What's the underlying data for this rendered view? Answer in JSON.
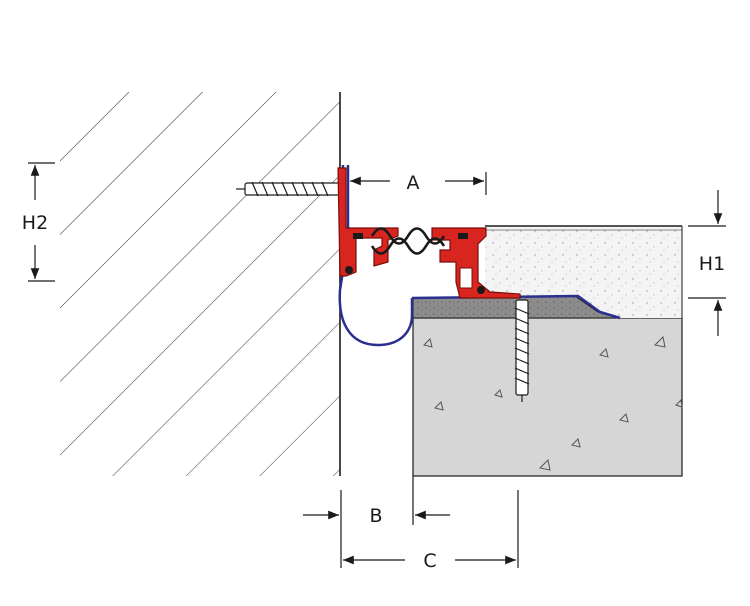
{
  "labels": {
    "a": "A",
    "b": "B",
    "c": "C",
    "h1": "H1",
    "h2": "H2"
  },
  "colors": {
    "profile": "#d8251f",
    "profile_stroke": "#7a0d0a",
    "membrane": "#2b2f8f",
    "concrete": "#d6d6d6",
    "screed": "#f1f1f1",
    "bedding": "#8f8f8f",
    "line": "#1a1a1a"
  },
  "icons": {
    "wall_anchor": "screw-anchor-icon",
    "floor_anchor": "screw-anchor-icon"
  }
}
